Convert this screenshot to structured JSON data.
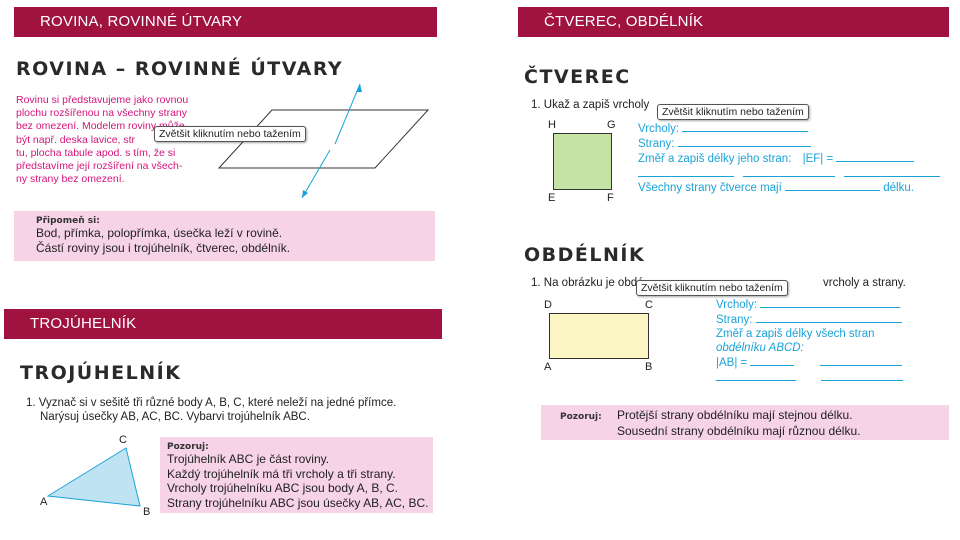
{
  "banners": {
    "rovina": "ROVINA, ROVINNÉ ÚTVARY",
    "ctverec_obdelnik": "ČTVEREC, OBDÉLNÍK",
    "trojuhelnik": "TROJÚHELNÍK"
  },
  "rovina": {
    "heading": "ROVINA – ROVINNÉ ÚTVARY",
    "text_lines": [
      "Rovinu si představujeme jako rovnou",
      "plochu rozšířenou na všechny strany",
      "bez omezení. Modelem roviny může",
      "být např. deska lavice, str",
      "tu, plocha tabule apod. s tím, že si",
      "představíme její rozšíření na všech-",
      "ny strany bez omezení."
    ],
    "tooltip": "Zvětšit kliknutím nebo tažením",
    "remember_label": "Připomeň si:",
    "remember_lines": [
      "Bod, přímka, polopřímka, úsečka leží v rovině.",
      "Částí roviny jsou i trojúhelník, čtverec, obdélník."
    ]
  },
  "trojuhelnik": {
    "heading": "TROJÚHELNÍK",
    "task_line1": "1. Vyznač si v sešitě tři různé body A, B, C, které neleží na jedné přímce.",
    "task_line2": "Narýsuj úsečky AB, AC, BC. Vybarvi trojúhelník ABC.",
    "vertices": {
      "a": "A",
      "b": "B",
      "c": "C"
    },
    "observe_label": "Pozoruj:",
    "observe_lines": [
      "Trojúhelník ABC je část roviny.",
      "Každý trojúhelník má tři vrcholy a tři strany.",
      "Vrcholy trojúhelníku ABC jsou body A, B, C.",
      "Strany trojúhelníku ABC jsou úsečky AB, AC, BC."
    ]
  },
  "ctverec": {
    "heading": "ČTVEREC",
    "task": "1. Ukaž a zapiš vrcholy",
    "tooltip": "Zvětšit kliknutím nebo tažením",
    "vertices": {
      "h": "H",
      "g": "G",
      "e": "E",
      "f": "F"
    },
    "fields": {
      "vrcholy": "Vrcholy:",
      "strany": "Strany:",
      "zmer": "Změř a zapiš délky jeho stran:",
      "ef": "|EF| =",
      "vsechny": "Všechny strany čtverce mají",
      "delku": "délku."
    },
    "fill_color": "#c5e3a4"
  },
  "obdelnik": {
    "heading": "OBDÉLNÍK",
    "task_start": "1. Na obrázku je obdé",
    "task_end": "vrcholy a strany.",
    "tooltip": "Zvětšit kliknutím nebo tažením",
    "vertices": {
      "d": "D",
      "c": "C",
      "a": "A",
      "b": "B"
    },
    "fields": {
      "vrcholy": "Vrcholy:",
      "strany": "Strany:",
      "zmer1": "Změř a zapiš délky všech stran",
      "zmer2": "obdélníku ABCD:",
      "ab": "|AB| ="
    },
    "observe_label": "Pozoruj:",
    "observe_lines": [
      "Protější strany obdélníku mají stejnou délku.",
      "Sousední strany obdélníku mají různou délku."
    ],
    "fill_color": "#fbf6c4"
  }
}
